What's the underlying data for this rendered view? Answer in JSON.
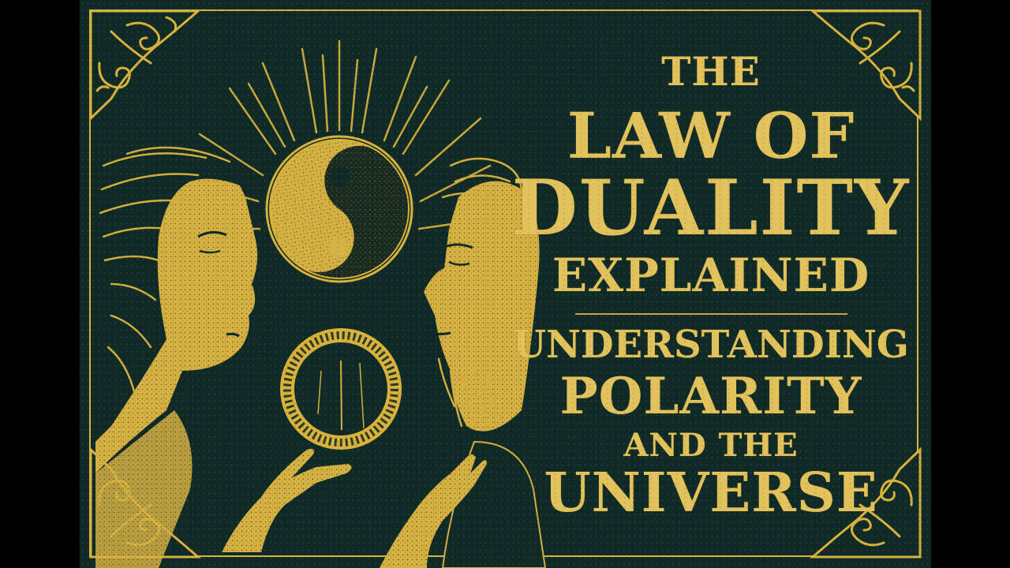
{
  "poster": {
    "title": {
      "line1": "THE",
      "line2": "LAW OF",
      "line3": "DUALITY",
      "line4": "EXPLAINED"
    },
    "subtitle": {
      "line1": "UNDERSTANDING",
      "line2": "POLARITY",
      "line3": "AND THE",
      "line4": "UNIVERSE"
    },
    "illustration": {
      "left_figure": "woman-profile-facing-right",
      "right_figure": "bearded-man-profile-facing-left",
      "center_top": "yin-yang-symbol-with-sunburst-rays",
      "center_bottom": "ouroboros-ring",
      "bottom": "two-open-hands-reaching-up",
      "corners": "ornate-scroll-flourishes"
    },
    "colors": {
      "background": "#0f2a27",
      "gold": "#d9b23c",
      "text_gold": "#e2c25c",
      "pillarbox": "#000000"
    }
  }
}
